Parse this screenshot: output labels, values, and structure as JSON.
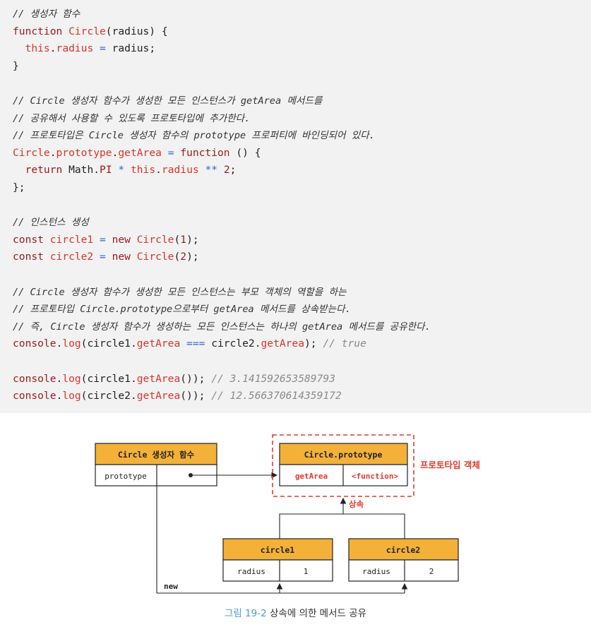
{
  "code": {
    "lines": [
      [
        {
          "t": "// 생성자 함수",
          "c": "cmt"
        }
      ],
      [
        {
          "t": "function ",
          "c": "kw"
        },
        {
          "t": "Circle",
          "c": "fn"
        },
        {
          "t": "(radius) {",
          "c": "tx"
        }
      ],
      [
        {
          "t": "  ",
          "c": "tx"
        },
        {
          "t": "this",
          "c": "fn"
        },
        {
          "t": ".",
          "c": "tx"
        },
        {
          "t": "radius",
          "c": "fn"
        },
        {
          "t": " = ",
          "c": "op"
        },
        {
          "t": "radius;",
          "c": "tx"
        }
      ],
      [
        {
          "t": "}",
          "c": "tx"
        }
      ],
      [],
      [
        {
          "t": "// Circle 생성자 함수가 생성한 모든 인스턴스가 getArea 메서드를",
          "c": "cmt"
        }
      ],
      [
        {
          "t": "// 공유해서 사용할 수 있도록 프로토타입에 추가한다.",
          "c": "cmt"
        }
      ],
      [
        {
          "t": "// 프로토타입은 Circle 생성자 함수의 prototype 프로퍼티에 바인딩되어 있다.",
          "c": "cmt"
        }
      ],
      [
        {
          "t": "Circle",
          "c": "fn"
        },
        {
          "t": ".",
          "c": "tx"
        },
        {
          "t": "prototype",
          "c": "fn"
        },
        {
          "t": ".",
          "c": "tx"
        },
        {
          "t": "getArea",
          "c": "fn"
        },
        {
          "t": " = ",
          "c": "op"
        },
        {
          "t": "function",
          "c": "kw"
        },
        {
          "t": " () {",
          "c": "tx"
        }
      ],
      [
        {
          "t": "  ",
          "c": "tx"
        },
        {
          "t": "return ",
          "c": "kw"
        },
        {
          "t": "Math",
          "c": "tx"
        },
        {
          "t": ".",
          "c": "tx"
        },
        {
          "t": "PI",
          "c": "kw"
        },
        {
          "t": " * ",
          "c": "op"
        },
        {
          "t": "this",
          "c": "fn"
        },
        {
          "t": ".",
          "c": "tx"
        },
        {
          "t": "radius",
          "c": "fn"
        },
        {
          "t": " ** ",
          "c": "op"
        },
        {
          "t": "2",
          "c": "kw"
        },
        {
          "t": ";",
          "c": "tx"
        }
      ],
      [
        {
          "t": "};",
          "c": "tx"
        }
      ],
      [],
      [
        {
          "t": "// 인스턴스 생성",
          "c": "cmt"
        }
      ],
      [
        {
          "t": "const ",
          "c": "kw"
        },
        {
          "t": "circle1",
          "c": "fn"
        },
        {
          "t": " = ",
          "c": "op"
        },
        {
          "t": "new ",
          "c": "kw"
        },
        {
          "t": "Circle",
          "c": "fn"
        },
        {
          "t": "(",
          "c": "tx"
        },
        {
          "t": "1",
          "c": "kw"
        },
        {
          "t": ");",
          "c": "tx"
        }
      ],
      [
        {
          "t": "const ",
          "c": "kw"
        },
        {
          "t": "circle2",
          "c": "fn"
        },
        {
          "t": " = ",
          "c": "op"
        },
        {
          "t": "new ",
          "c": "kw"
        },
        {
          "t": "Circle",
          "c": "fn"
        },
        {
          "t": "(",
          "c": "tx"
        },
        {
          "t": "2",
          "c": "kw"
        },
        {
          "t": ");",
          "c": "tx"
        }
      ],
      [],
      [
        {
          "t": "// Circle 생성자 함수가 생성한 모든 인스턴스는 부모 객체의 역할을 하는",
          "c": "cmt"
        }
      ],
      [
        {
          "t": "// 프로토타입 Circle.prototype으로부터 getArea 메서드를 상속받는다.",
          "c": "cmt"
        }
      ],
      [
        {
          "t": "// 즉, Circle 생성자 함수가 생성하는 모든 인스턴스는 하나의 getArea 메서드를 공유한다.",
          "c": "cmt"
        }
      ],
      [
        {
          "t": "console",
          "c": "kw"
        },
        {
          "t": ".",
          "c": "tx"
        },
        {
          "t": "log",
          "c": "fn"
        },
        {
          "t": "(circle1.",
          "c": "tx"
        },
        {
          "t": "getArea",
          "c": "fn"
        },
        {
          "t": " === ",
          "c": "op"
        },
        {
          "t": "circle2.",
          "c": "tx"
        },
        {
          "t": "getArea",
          "c": "fn"
        },
        {
          "t": "); ",
          "c": "tx"
        },
        {
          "t": "// true",
          "c": "rc"
        }
      ],
      [],
      [
        {
          "t": "console",
          "c": "kw"
        },
        {
          "t": ".",
          "c": "tx"
        },
        {
          "t": "log",
          "c": "fn"
        },
        {
          "t": "(circle1.",
          "c": "tx"
        },
        {
          "t": "getArea",
          "c": "fn"
        },
        {
          "t": "()); ",
          "c": "tx"
        },
        {
          "t": "// 3.141592653589793",
          "c": "rc"
        }
      ],
      [
        {
          "t": "console",
          "c": "kw"
        },
        {
          "t": ".",
          "c": "tx"
        },
        {
          "t": "log",
          "c": "fn"
        },
        {
          "t": "(circle2.",
          "c": "tx"
        },
        {
          "t": "getArea",
          "c": "fn"
        },
        {
          "t": "()); ",
          "c": "tx"
        },
        {
          "t": "// 12.566370614359172",
          "c": "rc"
        }
      ]
    ]
  },
  "diagram": {
    "constructor_title": "Circle 생성자 함수",
    "constructor_prop": "prototype",
    "prototype_title": "Circle.prototype",
    "prototype_key": "getArea",
    "prototype_value": "<function>",
    "prototype_label": "프로토타입 객체",
    "inherit_label": "상속",
    "new_label": "new",
    "instance1_title": "circle1",
    "instance1_key": "radius",
    "instance1_value": "1",
    "instance2_title": "circle2",
    "instance2_key": "radius",
    "instance2_value": "2",
    "colors": {
      "header_fill": "#f3b13a",
      "accent_red": "#e03a2f",
      "line": "#222222"
    }
  },
  "caption": {
    "figure_number": "그림 19-2",
    "text": "상속에 의한 메서드 공유"
  }
}
